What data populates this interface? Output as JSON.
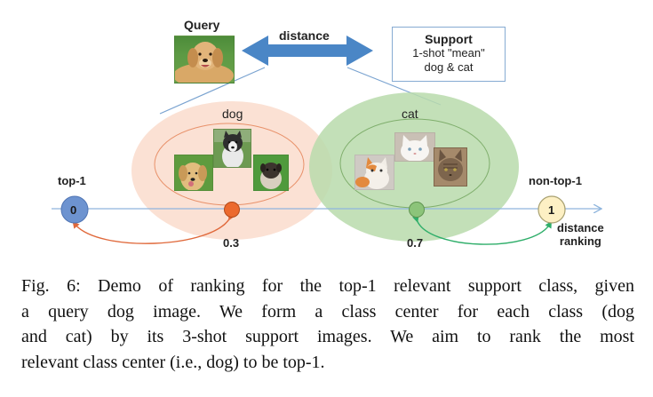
{
  "figure": {
    "query": {
      "title": "Query",
      "image_icon": "golden-retriever-photo"
    },
    "distance_arrow_label": "distance",
    "support_box": {
      "title": "Support",
      "line1": "1-shot \"mean\"",
      "line2": "dog & cat"
    },
    "classes": [
      {
        "name": "dog",
        "color": "#fbe1d4",
        "outline": "#e8916a",
        "images": [
          "golden-retriever-puppy-photo",
          "husky-puppy-photo",
          "pug-puppy-photo"
        ]
      },
      {
        "name": "cat",
        "color": "#b9dbab",
        "outline": "#7fae6c",
        "images": [
          "orange-white-kitten-photo",
          "white-kitten-photo",
          "tabby-cat-photo"
        ]
      }
    ],
    "axis": {
      "left_label": "top-1",
      "right_label": "non-top-1",
      "axis_title_line1": "distance",
      "axis_title_line2": "ranking",
      "top1_rank": "0",
      "nontop1_rank": "1",
      "dog_distance": "0.3",
      "cat_distance": "0.7"
    },
    "colors": {
      "arrow_blue": "#4a86c6",
      "axis_line": "#8fb5dd",
      "rank0_fill": "#6d93d0",
      "rank1_fill": "#fdf0c4",
      "dog_point": "#ec6a2e",
      "cat_point": "#8cc47a",
      "dog_curve": "#e0693b",
      "cat_curve": "#2fae6a"
    }
  },
  "caption": {
    "lines": [
      "Fig. 6: Demo of ranking for the top-1 relevant support class, given",
      "a query dog image. We form a class center for each class (dog",
      "and cat) by its 3-shot support images. We aim to rank the most",
      "relevant class center (i.e., dog) to be top-1."
    ]
  }
}
